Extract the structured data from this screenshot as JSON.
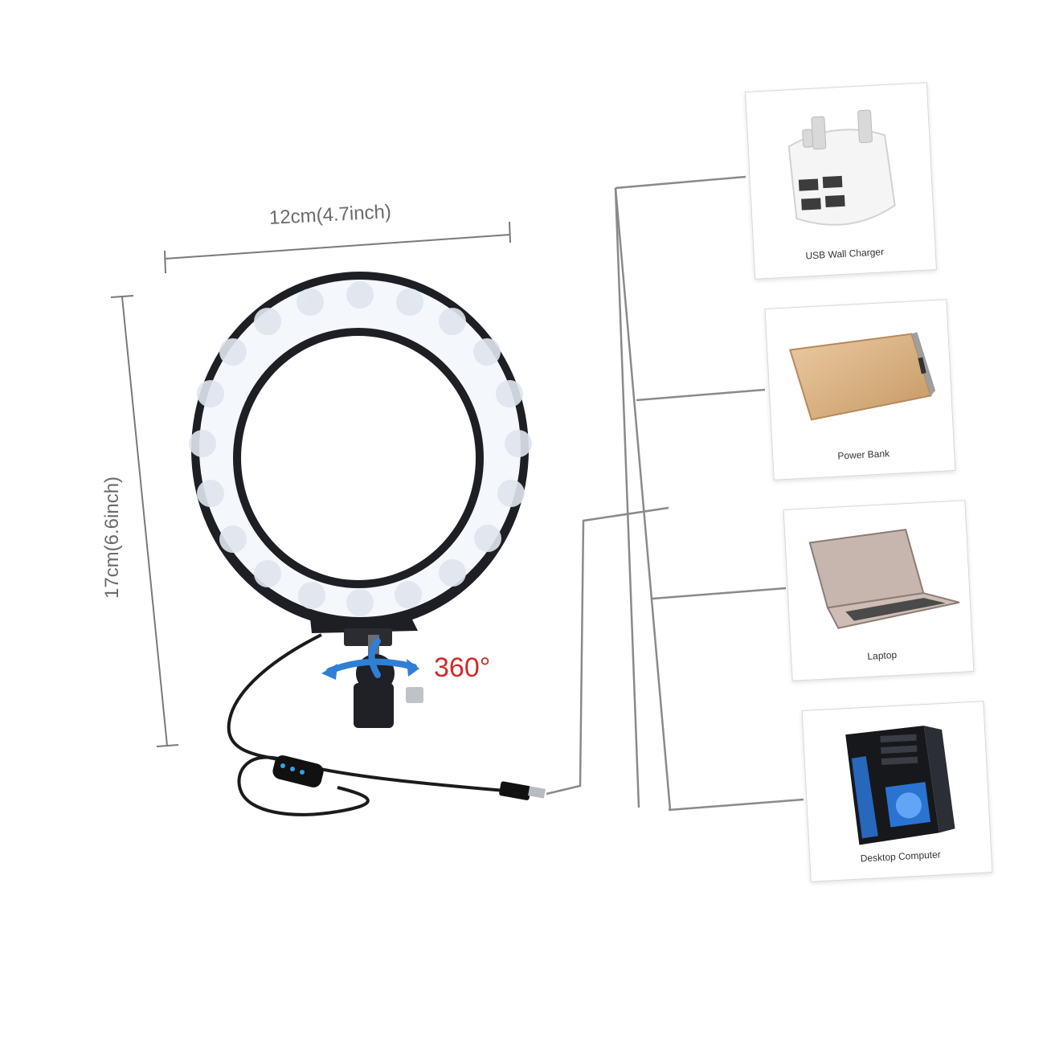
{
  "dimensions": {
    "width_label": "12cm(4.7inch)",
    "height_label": "17cm(6.6inch)",
    "rotation_label": "360°"
  },
  "devices": [
    {
      "label": "USB Wall Charger",
      "icon": "usb-wall-charger-icon"
    },
    {
      "label": "Power Bank",
      "icon": "power-bank-icon"
    },
    {
      "label": "Laptop",
      "icon": "laptop-icon"
    },
    {
      "label": "Desktop Computer",
      "icon": "desktop-computer-icon"
    }
  ],
  "colors": {
    "ring_light": "#f4f7fb",
    "ring_frame": "#1d1f24",
    "accent_red": "#d22a2a",
    "arrow_blue": "#2f7fd6",
    "line_gray": "#8a8a8a"
  }
}
